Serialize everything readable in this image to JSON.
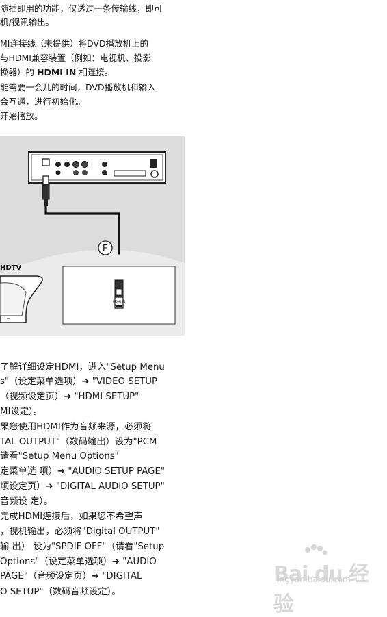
{
  "top_lines": [
    "随插即用的功能，仅透过一条传输线，即可",
    "机/视讯输出。",
    "MI连接线（未提供）将DVD播放机上的",
    "与HDMI兼容装置（例如：电视机、投影",
    "换器）的 ",
    "能需要一会儿的时间，DVD播放机和输入",
    "会互通，进行初始化。",
    "开始播放。"
  ],
  "hdmi_in_bold": "HDMI IN",
  "hdmi_in_suffix": " 相连接。",
  "figure": {
    "callout_letter": "E",
    "tv_label": "HDTV",
    "connector_label": "HDMI IN"
  },
  "bottom_lines": [
    "了解详细设定HDMI，进入\"Setup Menu",
    "s\"（设定菜单选项）➜ \"VIDEO SETUP",
    "（视频设定页）➜ \"HDMI SETUP\"",
    "MI设定）。",
    "果您使用HDMI作为音频来源，必须将",
    "TAL OUTPUT\"（数码输出）设为\"PCM",
    "请看\"Setup Menu Options\"",
    "定菜单选 项）➜ \"AUDIO SETUP PAGE\"",
    "顷设定页）➜ \"DIGITAL AUDIO SETUP\"",
    "音频设 定）。",
    "完成HDMI连接后，如果您不希望声",
    "，视机输出，必须将\"Digital OUTPUT\"",
    "输 出） 设为\"SPDIF OFF\"（请看\"Setup",
    "Options\"（设定菜单选项）➜ \"AUDIO",
    "PAGE\"（音频设定页）➜ \"DIGITAL",
    "O SETUP\"（数码音频设定）。"
  ],
  "watermark": {
    "logo": "Bai du 经验",
    "url": "jingyan.baidu.com"
  }
}
